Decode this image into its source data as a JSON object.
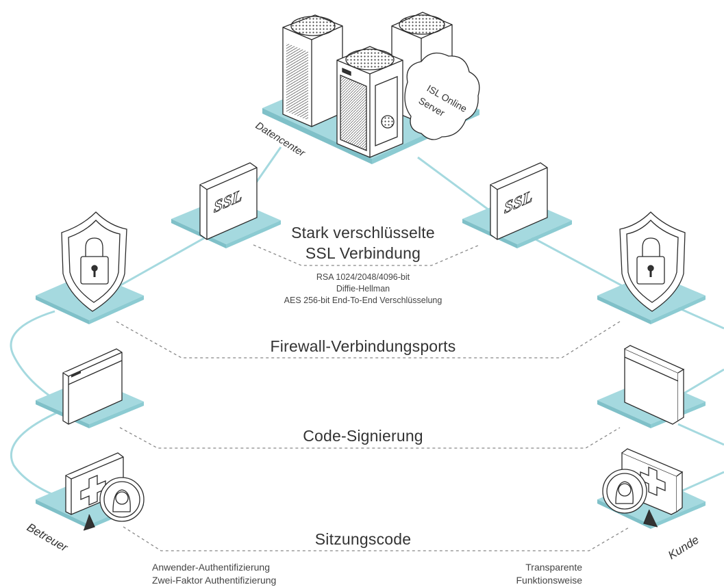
{
  "diagram": {
    "datacenter_label": "Datencenter",
    "cloud_label": [
      "ISL Online",
      "Server"
    ],
    "ssl_badge": "SSL",
    "ssl_title": [
      "Stark verschlüsselte",
      "SSL Verbindung"
    ],
    "ssl_details": [
      "RSA 1024/2048/4096-bit",
      "Diffie-Hellman",
      "AES 256-bit End-To-End Verschlüsselung"
    ],
    "firewall_label": "Firewall-Verbindungsports",
    "code_sign_label": "Code-Signierung",
    "session_label": "Sitzungscode",
    "left_node_label": "Betreuer",
    "right_node_label": "Kunde",
    "left_features": [
      "Anwender-Authentifizierung",
      "Zwei-Faktor Authentifizierung"
    ],
    "right_features": [
      "Transparente",
      "Funktionsweise"
    ]
  },
  "colors": {
    "platform": "#a5d9df",
    "platform_side": "#7fc0c8",
    "line": "#a5d9df",
    "stroke": "#2a2a2a"
  }
}
